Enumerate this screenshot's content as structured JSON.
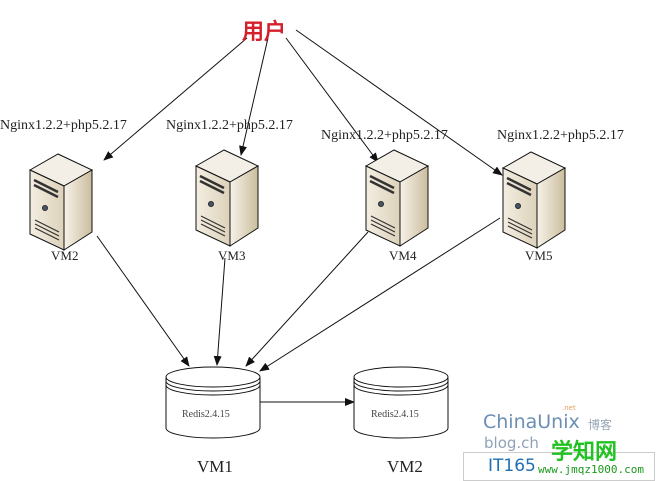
{
  "title": "用户",
  "web_servers": [
    {
      "name": "VM2",
      "software": "Nginx1.2.2+php5.2.17"
    },
    {
      "name": "VM3",
      "software": "Nginx1.2.2+php5.2.17"
    },
    {
      "name": "VM4",
      "software": "Nginx1.2.2+php5.2.17"
    },
    {
      "name": "VM5",
      "software": "Nginx1.2.2+php5.2.17"
    }
  ],
  "databases": [
    {
      "name": "VM1",
      "software": "Redis2.4.15"
    },
    {
      "name": "VM2",
      "software": "Redis2.4.15"
    }
  ],
  "watermarks": {
    "chinaunix": "ChinaUnix",
    "chinaunix_sub": "博客",
    "chinaunix_net": ".net",
    "blog": "blog.ch",
    "it165": "IT165",
    "xuezhi": "学知网",
    "url": "www.jmqz1000.com"
  },
  "colors": {
    "user": "#d4202a",
    "line": "#111111",
    "server_front": "#e9e0cc",
    "server_side": "#d6c9ab"
  }
}
